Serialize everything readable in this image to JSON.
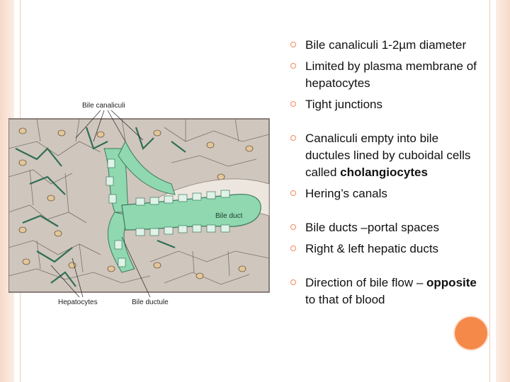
{
  "figure": {
    "label_bile_canaliculi": "Bile canaliculi",
    "label_bile_duct": "Bile duct",
    "label_hepatocytes": "Hepatocytes",
    "label_bile_ductule": "Bile ductule"
  },
  "bullets": [
    {
      "text": "Bile canaliculi 1-2µm diameter"
    },
    {
      "text": "Limited by plasma membrane of hepatocytes"
    },
    {
      "text": "Tight junctions"
    },
    {
      "text_before": "Canaliculi empty into bile ductules lined by cuboidal cells called ",
      "bold": "cholangiocytes"
    },
    {
      "text": "Hering’s canals"
    },
    {
      "text": "Bile ducts –portal spaces"
    },
    {
      "text": "Right & left hepatic ducts"
    },
    {
      "text_before": "Direction of bile flow – ",
      "bold": "opposite",
      "text_after": " to that of blood"
    }
  ],
  "colors": {
    "accent": "#f5894a",
    "bullet_marker": "#f08a5a",
    "tissue": "#cfc6bd",
    "duct": "#8fd8b0"
  }
}
